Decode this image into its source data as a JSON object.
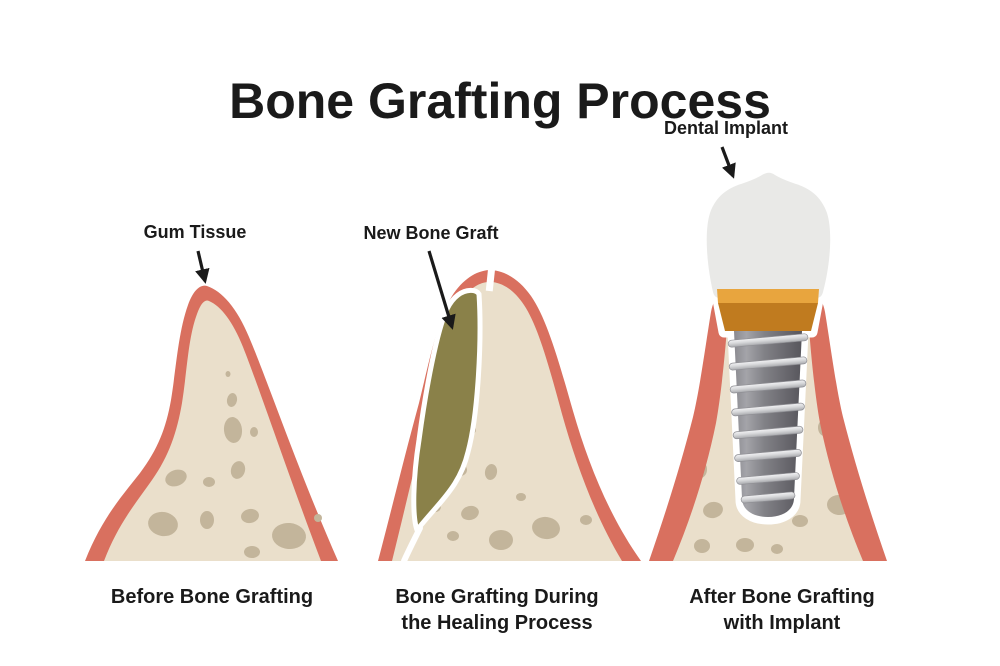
{
  "title": "Bone Grafting Process",
  "panels": [
    {
      "name": "before-bone-grafting",
      "label": "Gum Tissue",
      "caption_lines": [
        "Before Bone Grafting",
        ""
      ]
    },
    {
      "name": "bone-grafting-during-healing",
      "label": "New Bone Graft",
      "caption_lines": [
        "Bone Grafting During",
        "the Healing Process"
      ]
    },
    {
      "name": "after-bone-grafting-with-implant",
      "label": "Dental Implant",
      "caption_lines": [
        "After Bone Grafting",
        "with Implant"
      ]
    }
  ],
  "palette": {
    "gum": "#D9705F",
    "bone": "#EADFCB",
    "bone_spot": "#C3B59B",
    "bone_graft": "#8A8149",
    "implant_crown": "#E9E9E7",
    "abutment_light": "#E8A53E",
    "abutment_dark": "#C07B1F",
    "screw_dark": "#57565C",
    "screw_light": "#A4A4A9",
    "thread_silver": "#D8D9DB",
    "ink": "#1A1A1A",
    "bg": "#FFFFFF"
  }
}
